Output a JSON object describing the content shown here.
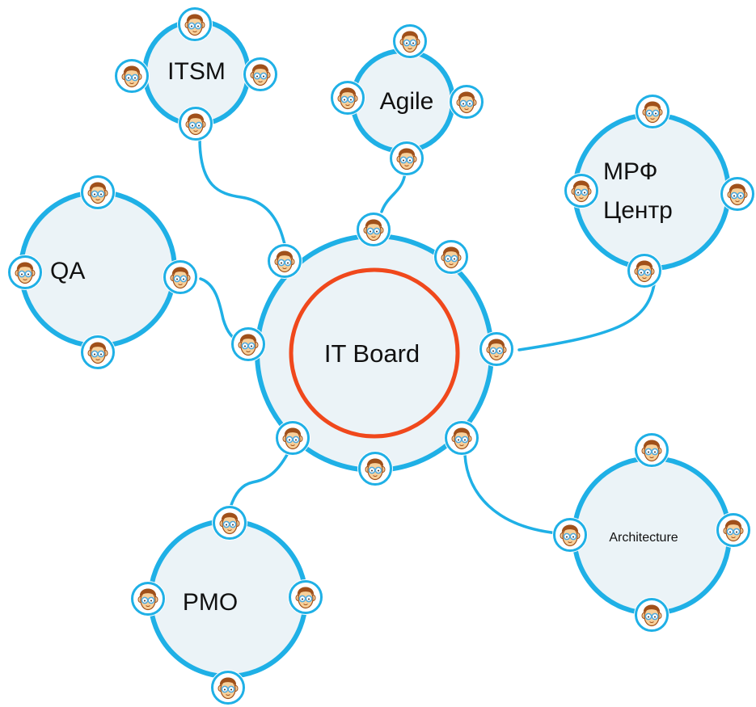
{
  "colors": {
    "ring": "#1fb0e6",
    "fill": "#ebf3f7",
    "core_ring": "#f0481c",
    "face": "#f8d09a",
    "hair": "#a0501a",
    "glasses": "#4fa9dd"
  },
  "center": {
    "label": "IT Board"
  },
  "groups": [
    {
      "id": "itsm",
      "label_lines": [
        "ITSM"
      ]
    },
    {
      "id": "agile",
      "label_lines": [
        "Agile"
      ]
    },
    {
      "id": "mrf",
      "label_lines": [
        "МРФ",
        "Центр"
      ]
    },
    {
      "id": "qa",
      "label_lines": [
        "QA"
      ]
    },
    {
      "id": "pmo",
      "label_lines": [
        "PMO"
      ]
    },
    {
      "id": "architecture",
      "label_lines": [
        "Architecture"
      ]
    }
  ],
  "icons": {
    "member": "person-with-glasses-icon"
  }
}
